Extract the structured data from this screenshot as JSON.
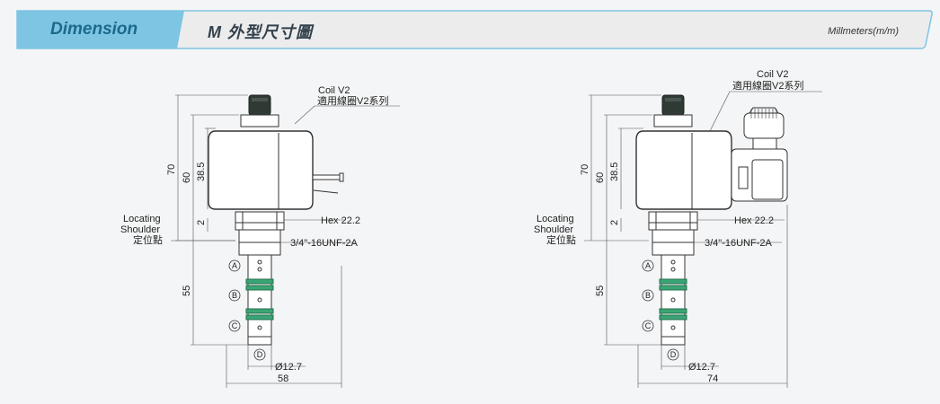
{
  "header": {
    "section": "Dimension",
    "title": "M 外型尺寸圖",
    "units": "Millmeters(m/m)"
  },
  "colors": {
    "accent": "#7ec4e3",
    "stem_green": "#3aa574",
    "knob": "#2f3a34"
  },
  "left": {
    "coil_label": "Coil V2",
    "coil_sub": "適用線圈V2系列",
    "dim_70": "70",
    "dim_60": "60",
    "dim_38_5": "38.5",
    "dim_2": "2",
    "dim_55": "55",
    "hex": "Hex 22.2",
    "thread": "3/4\"-16UNF-2A",
    "locating_1": "Locating",
    "locating_2": "Shoulder",
    "locating_3": "定位點",
    "port_a": "A",
    "port_b": "B",
    "port_c": "C",
    "port_d": "D",
    "dia": "Ø12.7",
    "width": "58"
  },
  "right": {
    "coil_label": "Coil V2",
    "coil_sub": "適用線圈V2系列",
    "dim_70": "70",
    "dim_60": "60",
    "dim_38_5": "38.5",
    "dim_2": "2",
    "dim_55": "55",
    "hex": "Hex 22.2",
    "thread": "3/4\"-16UNF-2A",
    "locating_1": "Locating",
    "locating_2": "Shoulder",
    "locating_3": "定位點",
    "port_a": "A",
    "port_b": "B",
    "port_c": "C",
    "port_d": "D",
    "dia": "Ø12.7",
    "width": "74"
  }
}
